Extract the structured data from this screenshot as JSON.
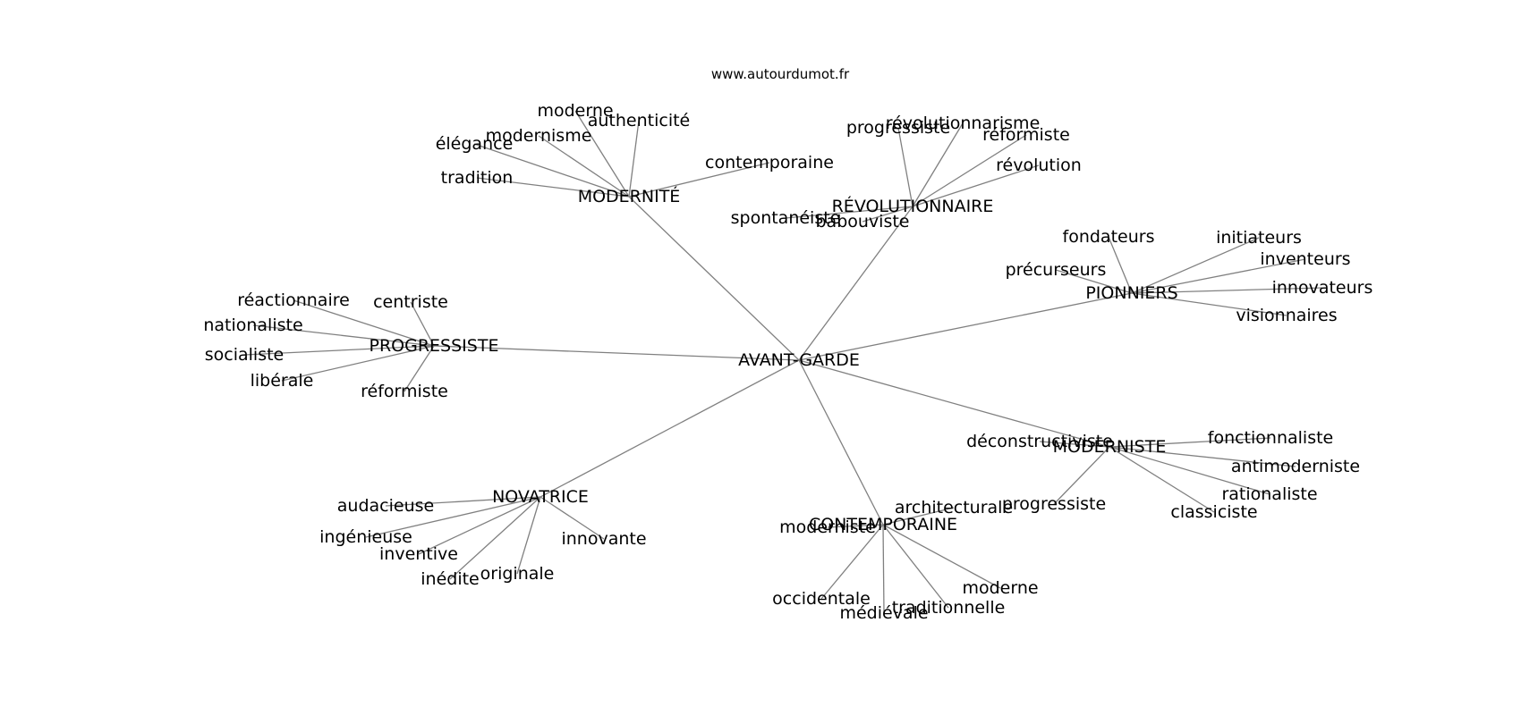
{
  "header": {
    "site": "www.autourdumot.fr"
  },
  "center": "AVANT-GARDE",
  "hubs": [
    {
      "label": "MODERNITÉ",
      "leaves": [
        "moderne",
        "authenticité",
        "modernisme",
        "élégance",
        "contemporaine",
        "tradition"
      ]
    },
    {
      "label": "RÉVOLUTIONNAIRE",
      "leaves": [
        "progressiste",
        "révolutionnarisme",
        "réformiste",
        "révolution",
        "spontanéiste",
        "babouviste"
      ]
    },
    {
      "label": "PIONNIERS",
      "leaves": [
        "fondateurs",
        "initiateurs",
        "inventeurs",
        "précurseurs",
        "innovateurs",
        "visionnaires"
      ]
    },
    {
      "label": "PROGRESSISTE",
      "leaves": [
        "réactionnaire",
        "centriste",
        "nationaliste",
        "socialiste",
        "libérale",
        "réformiste"
      ]
    },
    {
      "label": "MODERNISTE",
      "leaves": [
        "déconstructiviste",
        "fonctionnaliste",
        "antimoderniste",
        "rationaliste",
        "progressiste",
        "classiciste"
      ]
    },
    {
      "label": "NOVATRICE",
      "leaves": [
        "audacieuse",
        "ingénieuse",
        "inventive",
        "innovante",
        "originale",
        "inédite"
      ]
    },
    {
      "label": "CONTEMPORAINE",
      "leaves": [
        "architecturale",
        "moderniste",
        "moderne",
        "occidentale",
        "traditionnelle",
        "médiévale"
      ]
    }
  ]
}
